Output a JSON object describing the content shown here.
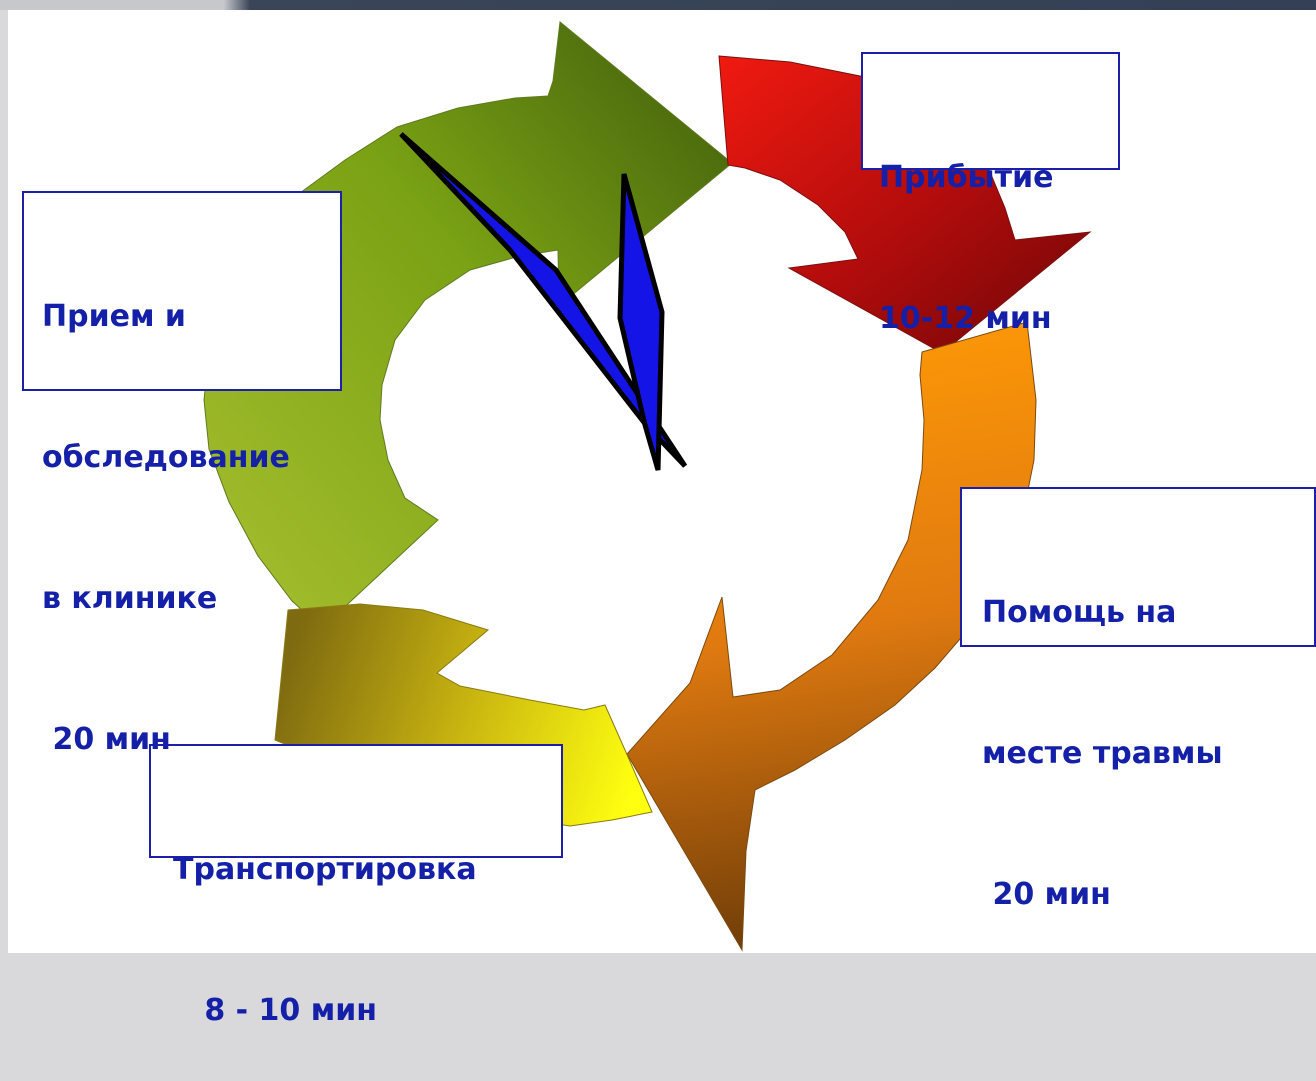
{
  "stages": [
    {
      "id": "arrival",
      "lines": [
        "Прибытие",
        "10-12 мин"
      ],
      "color": "#c81414"
    },
    {
      "id": "onsite",
      "lines": [
        "Помощь на",
        "месте травмы",
        " 20 мин"
      ],
      "color": "#e87c0a"
    },
    {
      "id": "transport",
      "lines": [
        "Транспортировка",
        "   8 - 10 мин"
      ],
      "color": "#e8e010"
    },
    {
      "id": "clinic",
      "lines": [
        "Прием и",
        "обследование",
        "в клинике",
        " 20 мин"
      ],
      "color": "#8cb428"
    }
  ],
  "colors": {
    "label_text": "#1420a8",
    "label_border": "#1c1fa8",
    "clock_hands": "#1414e6"
  },
  "icons": [
    "cycle-arrows",
    "clock-hands-icon"
  ]
}
